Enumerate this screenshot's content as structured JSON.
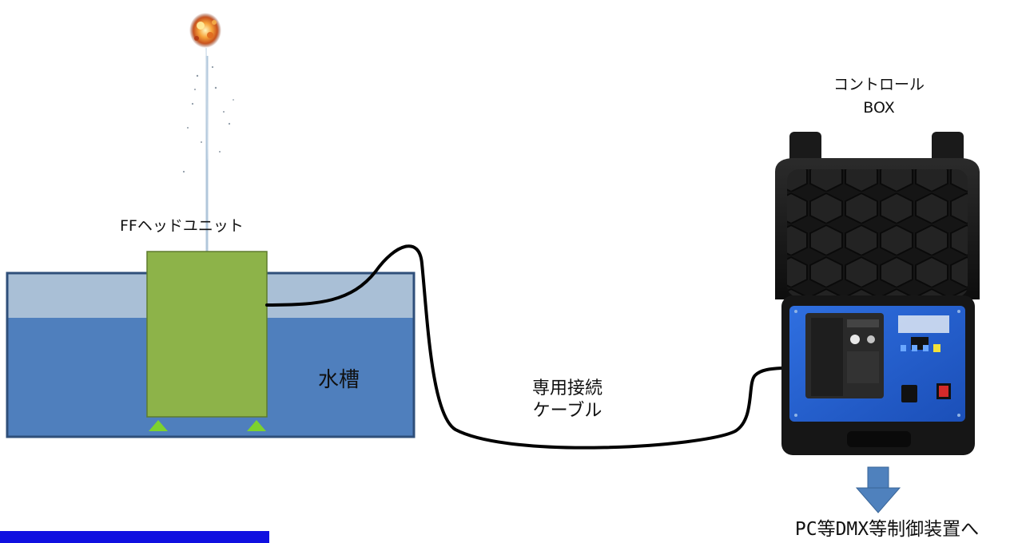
{
  "head_unit": {
    "label": "FFヘッドユニット"
  },
  "tank": {
    "label": "水槽",
    "border_color": "#2F4F7A",
    "water_top_color": "#A9BFD6",
    "water_color": "#4F7FBD"
  },
  "head_unit_body_color": "#8DB349",
  "support_color": "#7DD22E",
  "cable": {
    "label_line1": "専用接続",
    "label_line2": "ケーブル",
    "color": "#000000"
  },
  "control_box": {
    "label_line1": "コントロール",
    "label_line2": "BOX"
  },
  "output": {
    "label": "PC等DMX等制御装置へ",
    "arrow_color": "#4F81BD",
    "arrow_icon": "down-arrow-icon"
  },
  "bottom_bar_color": "#1010E0"
}
